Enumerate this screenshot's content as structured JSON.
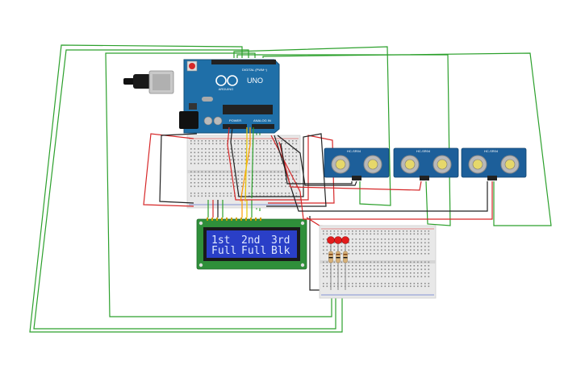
{
  "arduino": {
    "brand_text": "ARDUINO",
    "model_text": "UNO",
    "power_label": "POWER",
    "analog_label": "ANALOG IN",
    "digital_label": "DIGITAL (PWM~)"
  },
  "lcd": {
    "row1": [
      "1st",
      "2nd",
      "3rd"
    ],
    "row2": [
      "Full",
      "Full",
      "Blk"
    ]
  },
  "sensors": [
    {
      "model": "HC-SR04"
    },
    {
      "model": "HC-SR04"
    },
    {
      "model": "HC-SR04"
    }
  ],
  "leds": [
    {
      "color": "red"
    },
    {
      "color": "red"
    },
    {
      "color": "red"
    }
  ],
  "colors": {
    "wire_green": "#2ca02c",
    "wire_red": "#d62728",
    "wire_black": "#222222",
    "wire_orange": "#ff9900",
    "wire_yellow": "#e6c700",
    "arduino_board": "#1f6fa8",
    "sensor_board": "#1d5f9a",
    "lcd_screen": "#2a3fc7",
    "lcd_pcb": "#2f8f3a",
    "breadboard": "#e8e8e8"
  }
}
